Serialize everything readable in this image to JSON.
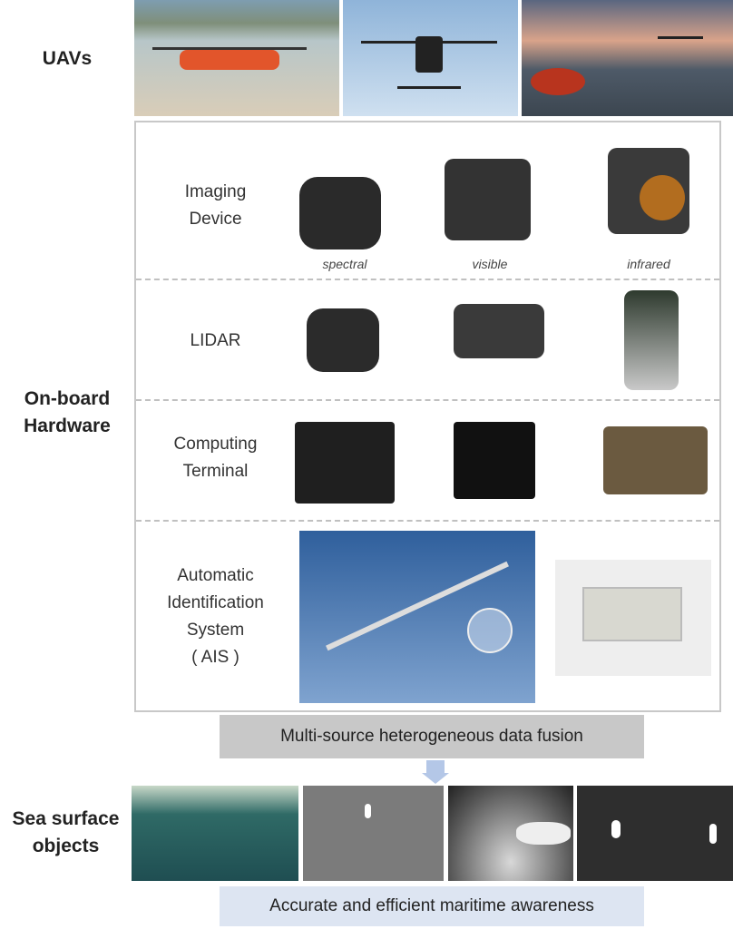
{
  "labels": {
    "uavs": "UAVs",
    "onboard_line1": "On-board",
    "onboard_line2": "Hardware",
    "sea_line1": "Sea surface",
    "sea_line2": "objects"
  },
  "rows": {
    "imaging": {
      "line1": "Imaging",
      "line2": "Device",
      "captions": [
        "spectral",
        "visible",
        "infrared"
      ]
    },
    "lidar": {
      "line1": "LIDAR"
    },
    "computing": {
      "line1": "Computing",
      "line2": "Terminal"
    },
    "ais": {
      "line1": "Automatic",
      "line2": "Identification",
      "line3": "System",
      "line4": "( AIS )"
    }
  },
  "fusion": "Multi-source heterogeneous data fusion",
  "result": "Accurate and efficient maritime awareness",
  "colors": {
    "fusion_bg": "#c8c8c8",
    "result_bg": "#dde5f2",
    "arrow": "#b4c7e7",
    "border": "#c8c8c8"
  }
}
